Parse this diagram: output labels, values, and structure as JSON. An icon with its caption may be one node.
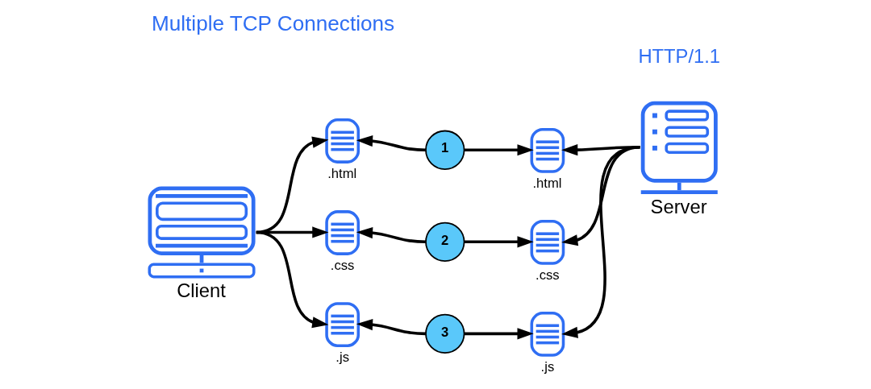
{
  "diagram": {
    "title": "Multiple TCP Connections",
    "nodes": [
      {
        "text": [
          "Client"
        ]
      },
      {
        "text": [
          ".html"
        ]
      },
      {
        "text": [
          ".css"
        ]
      },
      {
        "text": [
          ".js"
        ]
      },
      {
        "text": [
          "1"
        ]
      },
      {
        "text": [
          "2"
        ]
      },
      {
        "text": [
          "3"
        ]
      },
      {
        "text": [
          ".html"
        ]
      },
      {
        "text": [
          ".css"
        ]
      },
      {
        "text": [
          ".js"
        ]
      },
      {
        "text": [
          "Server"
        ]
      }
    ],
    "edges": [
      {
        "from": 0,
        "to": 1,
        "arrow": "to"
      },
      {
        "from": 0,
        "to": 2,
        "arrow": "to"
      },
      {
        "from": 0,
        "to": 3,
        "arrow": "to"
      },
      {
        "from": 4,
        "to": 1,
        "arrow": "to"
      },
      {
        "from": 4,
        "to": 7,
        "arrow": "to"
      },
      {
        "from": 5,
        "to": 2,
        "arrow": "to"
      },
      {
        "from": 5,
        "to": 8,
        "arrow": "to"
      },
      {
        "from": 6,
        "to": 3,
        "arrow": "to"
      },
      {
        "from": 6,
        "to": 9,
        "arrow": "to"
      },
      {
        "from": 10,
        "to": 7,
        "arrow": "to"
      },
      {
        "from": 10,
        "to": 8,
        "arrow": "to"
      },
      {
        "from": 10,
        "to": 9,
        "arrow": "to"
      }
    ],
    "labels": [
      "HTTP/1.1"
    ]
  }
}
